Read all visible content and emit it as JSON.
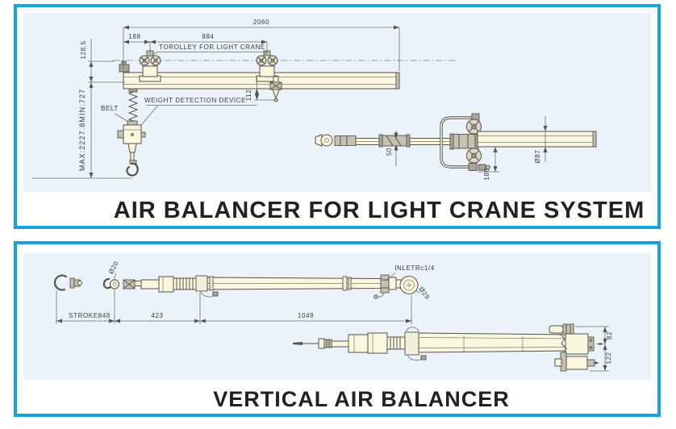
{
  "colors": {
    "panel_border": "#14a3dd",
    "drawing_background": "#eaf2fa",
    "beam_fill": "#faf6e0",
    "line": "#55534a",
    "title_text": "#26211f"
  },
  "top_panel": {
    "title": "AIR BALANCER FOR LIGHT CRANE SYSTEM",
    "labels": {
      "dim_total": "2060",
      "dim_left": "188",
      "dim_mid": "884",
      "dim_rail_height": "128.5",
      "dim_range": "MAX:2227.8MIN:727",
      "belt": "BELT",
      "trolley": "TOROLLEY FOR LIGHT CRANE",
      "weight_device": "WEIGHT DETECTION DEVICE",
      "dim_drop": "112",
      "dim_rail": "50",
      "dim_offset": "186",
      "dim_dia": "Ø87"
    }
  },
  "bottom_panel": {
    "title": "VERTICAL AIR BALANCER",
    "labels": {
      "dim_hook_dia": "Ø20",
      "inlet": "INLETRc1/4",
      "dim_ring_dia": "Ø29",
      "dim_stroke": "STROKE848",
      "dim_mid": "423",
      "dim_body": "1049",
      "dim_top": "82",
      "dim_bottom": "122"
    }
  }
}
